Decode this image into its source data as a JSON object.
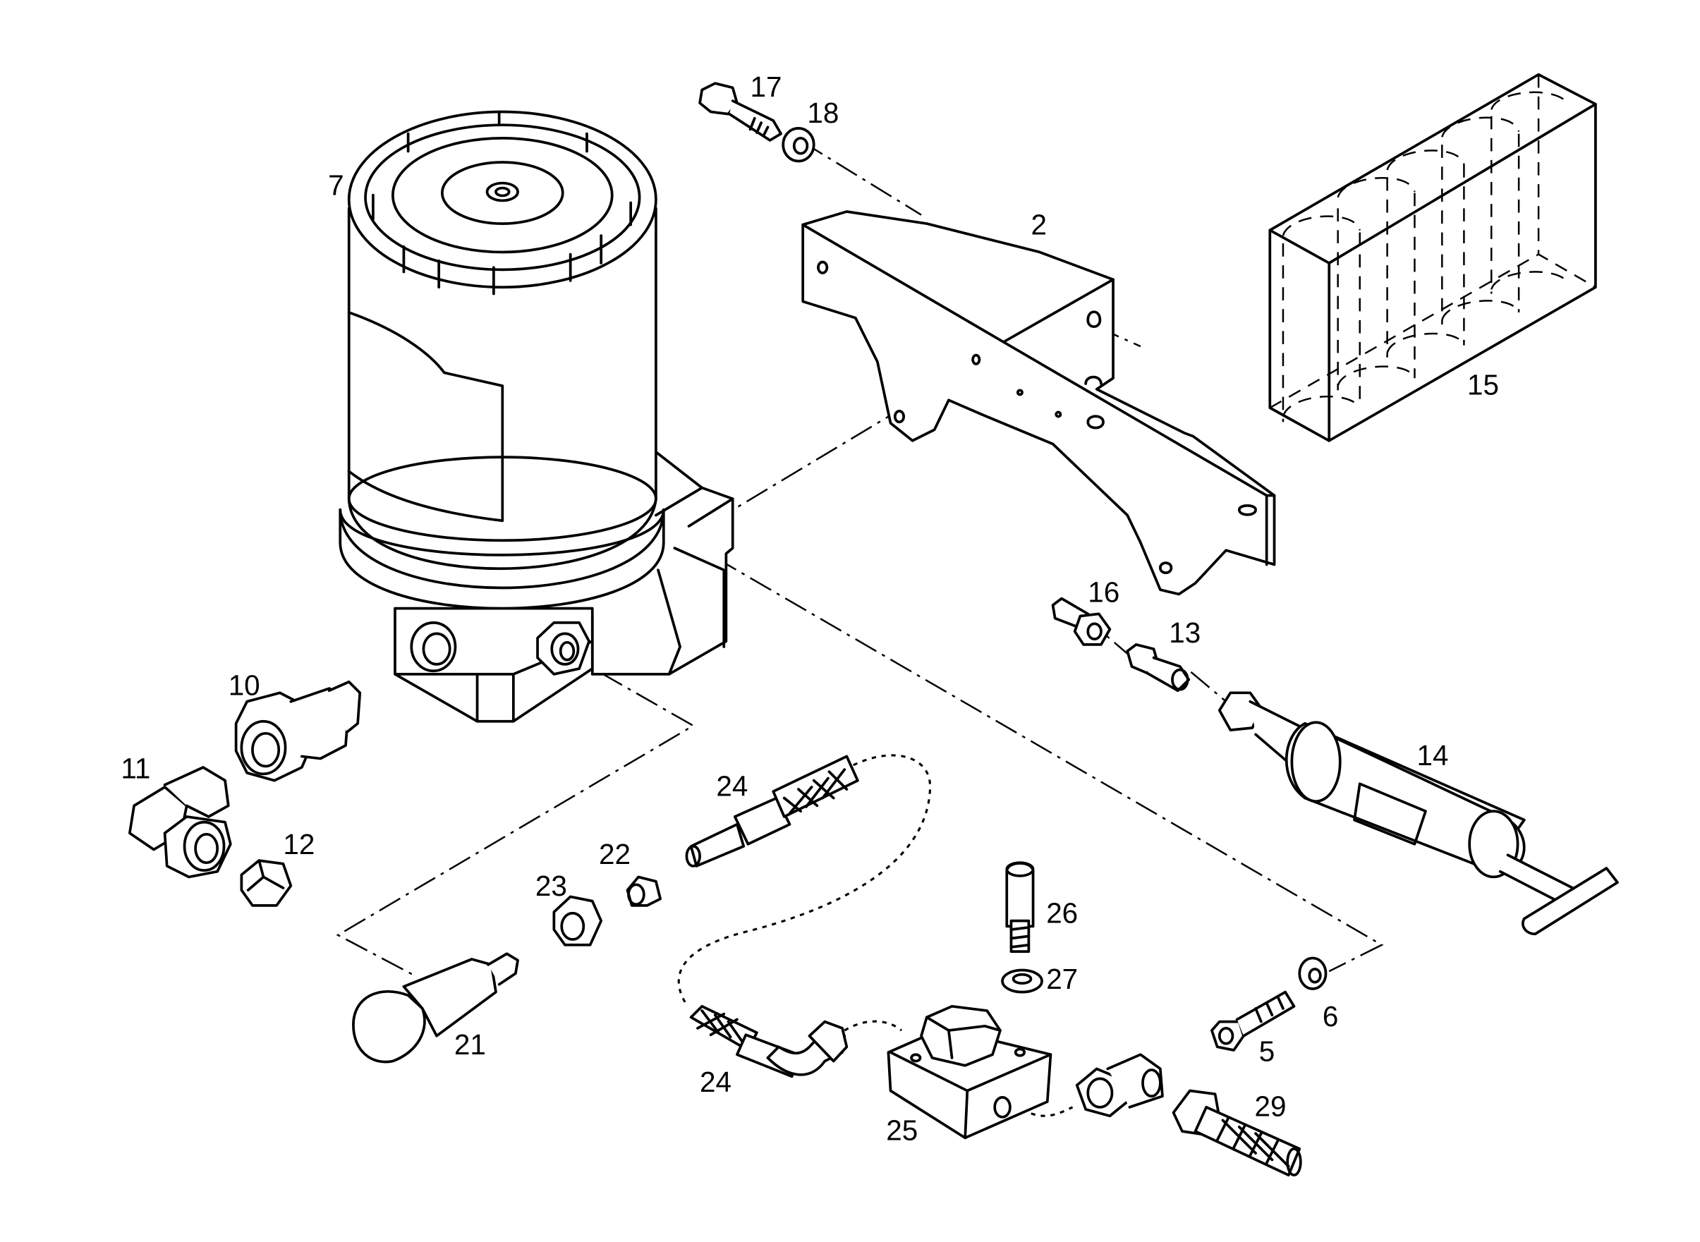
{
  "callouts": [
    {
      "id": "2",
      "text": "2"
    },
    {
      "id": "5",
      "text": "5"
    },
    {
      "id": "6",
      "text": "6"
    },
    {
      "id": "7",
      "text": "7"
    },
    {
      "id": "10",
      "text": "10"
    },
    {
      "id": "11",
      "text": "11"
    },
    {
      "id": "12",
      "text": "12"
    },
    {
      "id": "13",
      "text": "13"
    },
    {
      "id": "14",
      "text": "14"
    },
    {
      "id": "15",
      "text": "15"
    },
    {
      "id": "16",
      "text": "16"
    },
    {
      "id": "17",
      "text": "17"
    },
    {
      "id": "18",
      "text": "18"
    },
    {
      "id": "21",
      "text": "21"
    },
    {
      "id": "22",
      "text": "22"
    },
    {
      "id": "23",
      "text": "23"
    },
    {
      "id": "24a",
      "text": "24"
    },
    {
      "id": "24b",
      "text": "24"
    },
    {
      "id": "25",
      "text": "25"
    },
    {
      "id": "26",
      "text": "26"
    },
    {
      "id": "27",
      "text": "27"
    },
    {
      "id": "29",
      "text": "29"
    }
  ]
}
